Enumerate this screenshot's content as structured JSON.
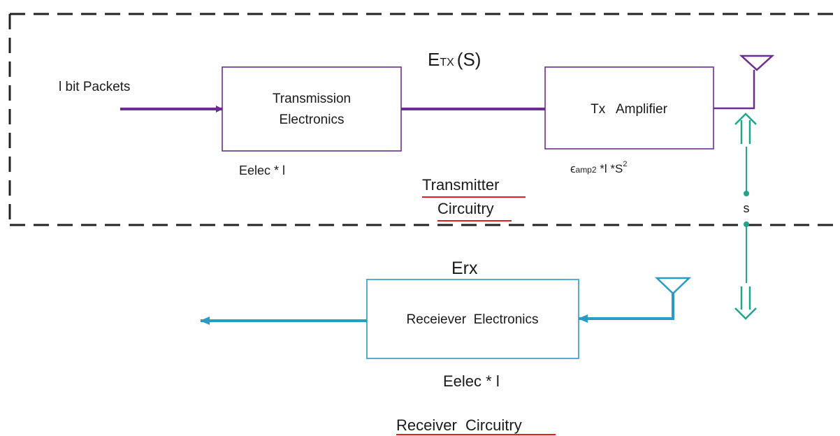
{
  "transmitter": {
    "energy_main": "E",
    "energy_sub": "TX",
    "energy_arg": "(S)",
    "input_label": "l bit Packets",
    "electronics_line1": "Transmission",
    "electronics_line2": "Electronics",
    "electronics_formula": "Eelec * l",
    "amplifier_label": "Tx   Amplifier",
    "amp_formula_epsilon": "ϵ",
    "amp_formula_sub": "amp2",
    "amp_formula_rest": " *l *S",
    "amp_formula_sup": "2",
    "title_line1": "Transmitter",
    "title_line2": "Circuitry"
  },
  "distance": {
    "label": "s"
  },
  "receiver": {
    "energy_label": "Erx",
    "electronics_label": "Receiever  Electronics",
    "electronics_formula": "Eelec * l",
    "title": "Receiver  Circuitry"
  },
  "colors": {
    "transmit_path": "#6a2d91",
    "receive_path": "#2a9ac6",
    "distance_marker": "#22a48a",
    "spell_underline": "#e02020",
    "dashed_border": "#222222"
  }
}
